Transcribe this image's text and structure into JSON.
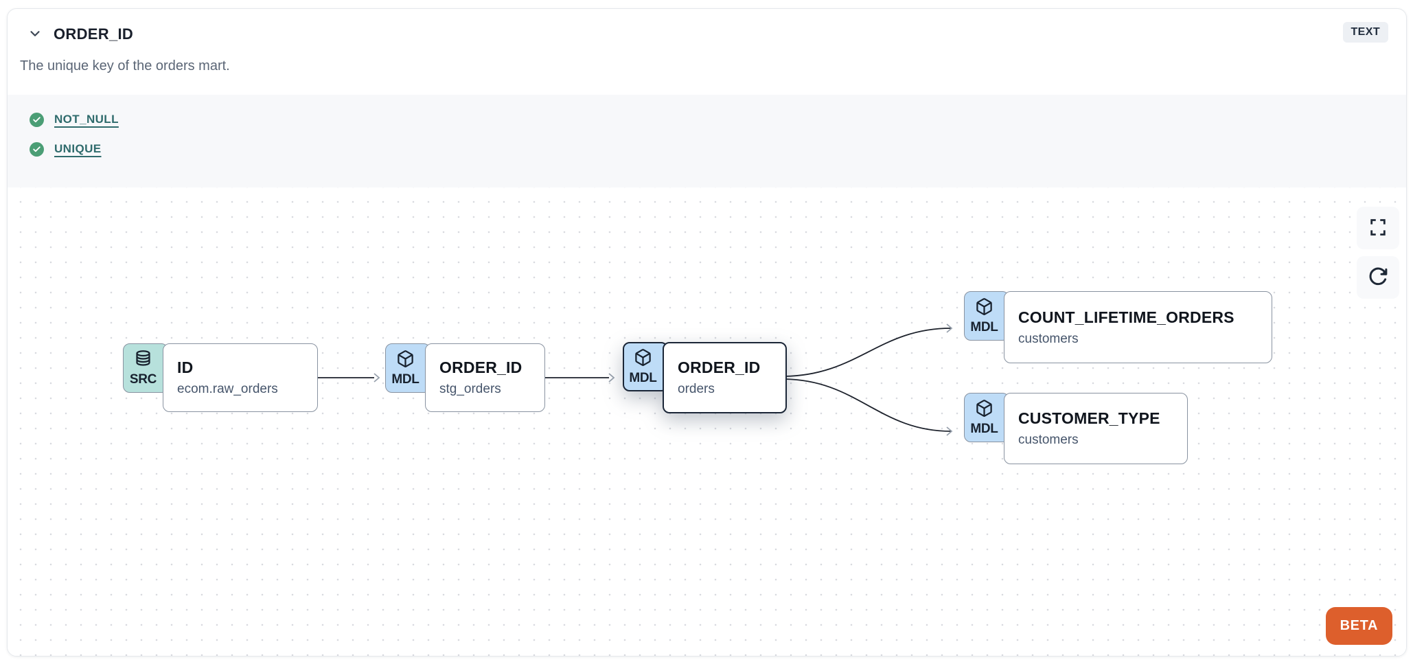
{
  "header": {
    "title": "ORDER_ID",
    "description": "The unique key of the orders mart.",
    "type_badge": "TEXT"
  },
  "tests": [
    {
      "label": "NOT_NULL",
      "status": "pass",
      "icon": "check-circle-icon"
    },
    {
      "label": "UNIQUE",
      "status": "pass",
      "icon": "check-circle-icon"
    }
  ],
  "lineage": {
    "nodes": [
      {
        "tab": "SRC",
        "icon": "database-icon",
        "title": "ID",
        "subtitle": "ecom.raw_orders",
        "selected": false
      },
      {
        "tab": "MDL",
        "icon": "cube-icon",
        "title": "ORDER_ID",
        "subtitle": "stg_orders",
        "selected": false
      },
      {
        "tab": "MDL",
        "icon": "cube-icon",
        "title": "ORDER_ID",
        "subtitle": "orders",
        "selected": true
      },
      {
        "tab": "MDL",
        "icon": "cube-icon",
        "title": "COUNT_LIFETIME_ORDERS",
        "subtitle": "customers",
        "selected": false
      },
      {
        "tab": "MDL",
        "icon": "cube-icon",
        "title": "CUSTOMER_TYPE",
        "subtitle": "customers",
        "selected": false
      }
    ],
    "edges": [
      {
        "from": "ID (ecom.raw_orders)",
        "to": "ORDER_ID (stg_orders)"
      },
      {
        "from": "ORDER_ID (stg_orders)",
        "to": "ORDER_ID (orders)"
      },
      {
        "from": "ORDER_ID (orders)",
        "to": "COUNT_LIFETIME_ORDERS (customers)"
      },
      {
        "from": "ORDER_ID (orders)",
        "to": "CUSTOMER_TYPE (customers)"
      }
    ],
    "beta_label": "BETA"
  },
  "colors": {
    "accent_orange": "#dd5f2c",
    "tab_teal": "#b7e1dc",
    "tab_blue": "#bedcf7",
    "test_green": "#4b9e75",
    "test_link_teal": "#2f6b6c",
    "selected_border": "#1b2637",
    "tests_section_bg": "#f7f8fa"
  }
}
